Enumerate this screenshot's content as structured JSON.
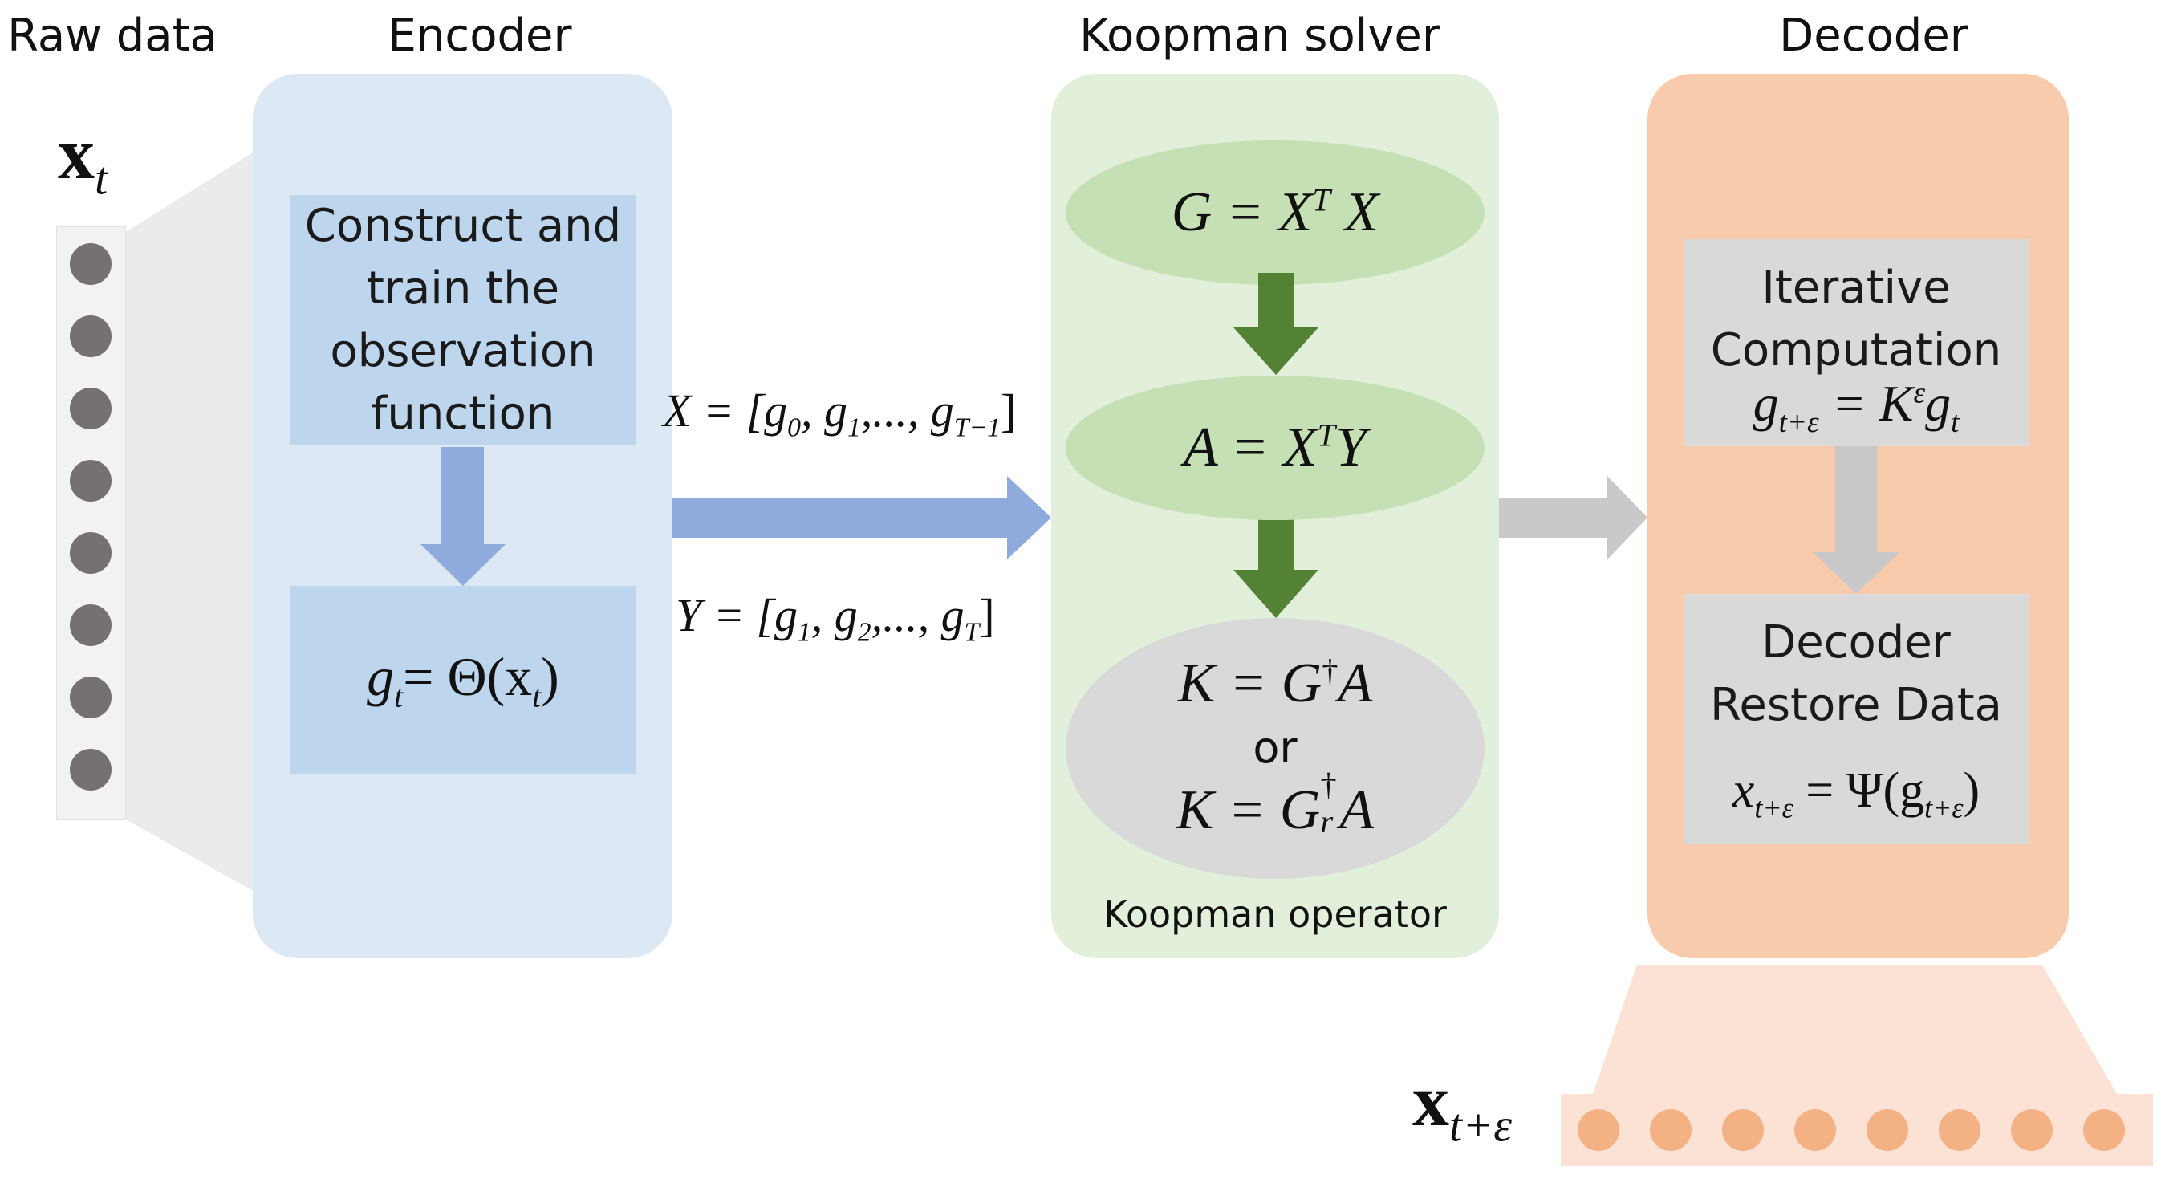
{
  "titles": {
    "raw_data": "Raw data",
    "encoder": "Encoder",
    "koopman_solver": "Koopman solver",
    "decoder": "Decoder"
  },
  "labels": {
    "x_t": "x",
    "x_t_sub": "t",
    "x_next": "x",
    "x_next_sub": "t+ε"
  },
  "encoder": {
    "box1": "Construct and train the observation function",
    "box2_lhs": "g",
    "box2_lhs_sub": "t",
    "box2_eq": "= Θ(x",
    "box2_arg_sub": "t",
    "box2_close": ")"
  },
  "snapshots": {
    "X_lhs": "X = [g",
    "X_s0": "0",
    "X_mid1": ", g",
    "X_s1": "1",
    "X_mid2": ",..., g",
    "X_s2": "T−1",
    "X_close": "]",
    "Y_lhs": "Y = [g",
    "Y_s0": "1",
    "Y_mid1": ", g",
    "Y_s1": "2",
    "Y_mid2": ",..., g",
    "Y_s2": "T",
    "Y_close": "]"
  },
  "koopman": {
    "gram_lhs": "G = X",
    "gram_sup": "T",
    "gram_rhs": " X",
    "cross_lhs": "A = X",
    "cross_sup": "T",
    "cross_rhs": "Y",
    "k1_lhs": "K = G",
    "k1_sup": "†",
    "k1_rhs": "A",
    "or": "or",
    "k2_lhs": "K = G",
    "k2_sup": "†",
    "k2_sub": "r",
    "k2_rhs": "A",
    "caption": "Koopman operator"
  },
  "decoder": {
    "box1_line1": "Iterative",
    "box1_line2": "Computation",
    "box1_lhs": "g",
    "box1_lhs_sub": "t+ε",
    "box1_eq": " = K",
    "box1_sup": "ε",
    "box1_rhs": "g",
    "box1_rhs_sub": "t",
    "box2_line1": "Decoder",
    "box2_line2": "Restore Data",
    "box2_lhs": "x",
    "box2_lhs_sub": "t+ε",
    "box2_eq": " = Ψ(g",
    "box2_arg_sub": "t+ε",
    "box2_close": ")"
  },
  "colors": {
    "encoder_panel": "#dde8f5",
    "encoder_box": "#bdd6ee",
    "blue_arrow": "#8faadc",
    "koopman_panel": "#e2efda",
    "green_ellipse": "#c5e0b4",
    "green_arrow": "#548235",
    "gray": "#d9d9d9",
    "gray_arrow": "#c9c9c9",
    "decoder_panel": "#f8cbad",
    "decoder_trapezoid": "#fbe2d5",
    "orange_dot": "#f4b183",
    "input_dot": "#767171"
  }
}
